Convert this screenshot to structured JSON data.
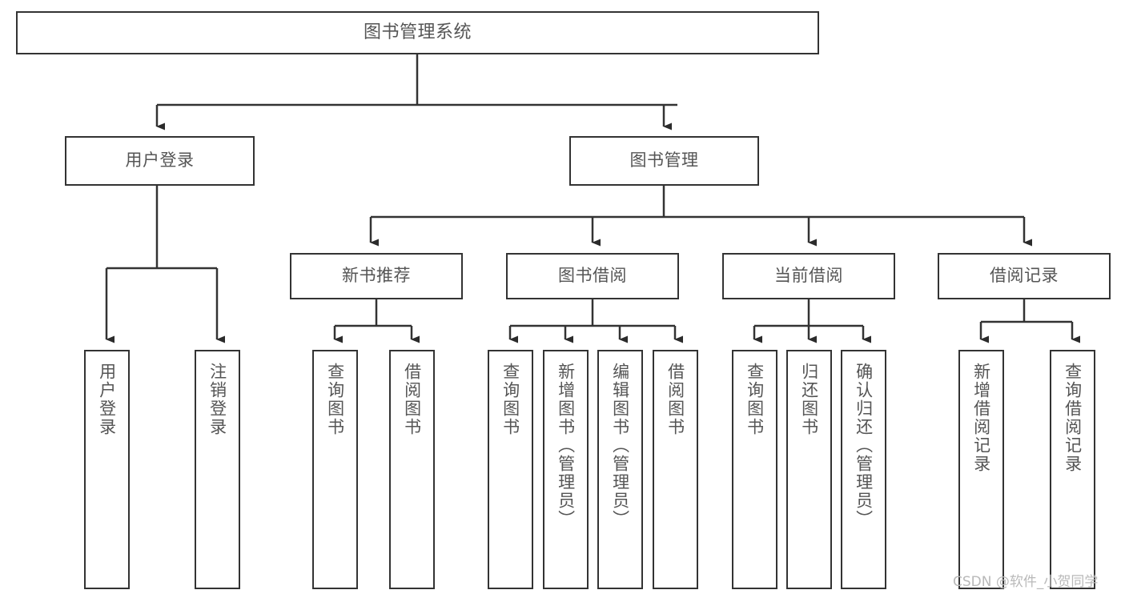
{
  "diagram": {
    "title": "图书管理系统",
    "type": "tree-hierarchy-chart",
    "root": {
      "label": "图书管理系统"
    },
    "level1": [
      {
        "label": "用户登录"
      },
      {
        "label": "图书管理"
      }
    ],
    "level2": [
      {
        "label": "新书推荐"
      },
      {
        "label": "图书借阅"
      },
      {
        "label": "当前借阅"
      },
      {
        "label": "借阅记录"
      }
    ],
    "leaves": {
      "user_login": [
        {
          "label": "用户登录"
        },
        {
          "label": "注销登录"
        }
      ],
      "new_book_recommend": [
        {
          "label": "查询图书"
        },
        {
          "label": "借阅图书"
        }
      ],
      "book_borrow": [
        {
          "label": "查询图书"
        },
        {
          "label": "新增图书（管理员）"
        },
        {
          "label": "编辑图书（管理员）"
        },
        {
          "label": "借阅图书"
        }
      ],
      "current_borrow": [
        {
          "label": "查询图书"
        },
        {
          "label": "归还图书"
        },
        {
          "label": "确认归还（管理员）"
        }
      ],
      "borrow_record": [
        {
          "label": "新增借阅记录"
        },
        {
          "label": "查询借阅记录"
        }
      ]
    }
  },
  "watermark": {
    "text": "CSDN @软件_小贺同学"
  },
  "colors": {
    "stroke": "#333333",
    "text": "#555555",
    "background": "#ffffff",
    "watermark": "#b9b9b9"
  }
}
